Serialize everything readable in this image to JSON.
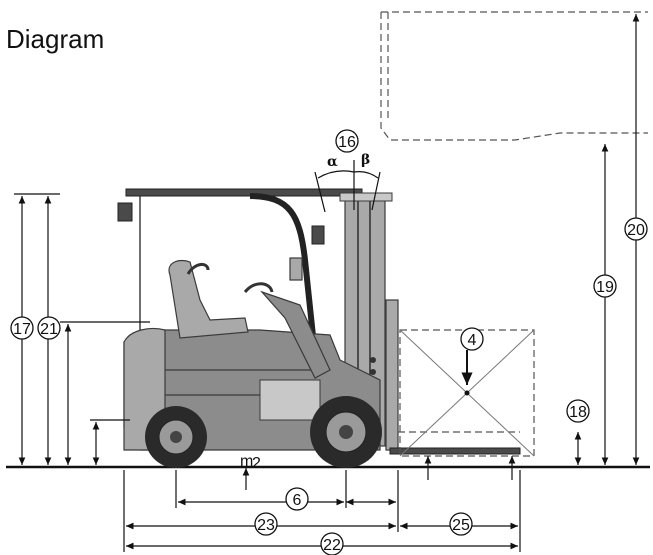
{
  "page": {
    "title": "Diagram"
  },
  "angles": {
    "alpha": "α",
    "beta": "β"
  },
  "labels": {
    "l4": "4",
    "l6": "6",
    "l16": "16",
    "l17": "17",
    "l18": "18",
    "l19": "19",
    "l20": "20",
    "l21": "21",
    "l22": "22",
    "l23": "23",
    "l25": "25"
  },
  "mass_label": {
    "m": "m",
    "sub": "2"
  },
  "colors": {
    "body": "#8c8c8c",
    "line": "#111111",
    "dashed": "#555555"
  }
}
